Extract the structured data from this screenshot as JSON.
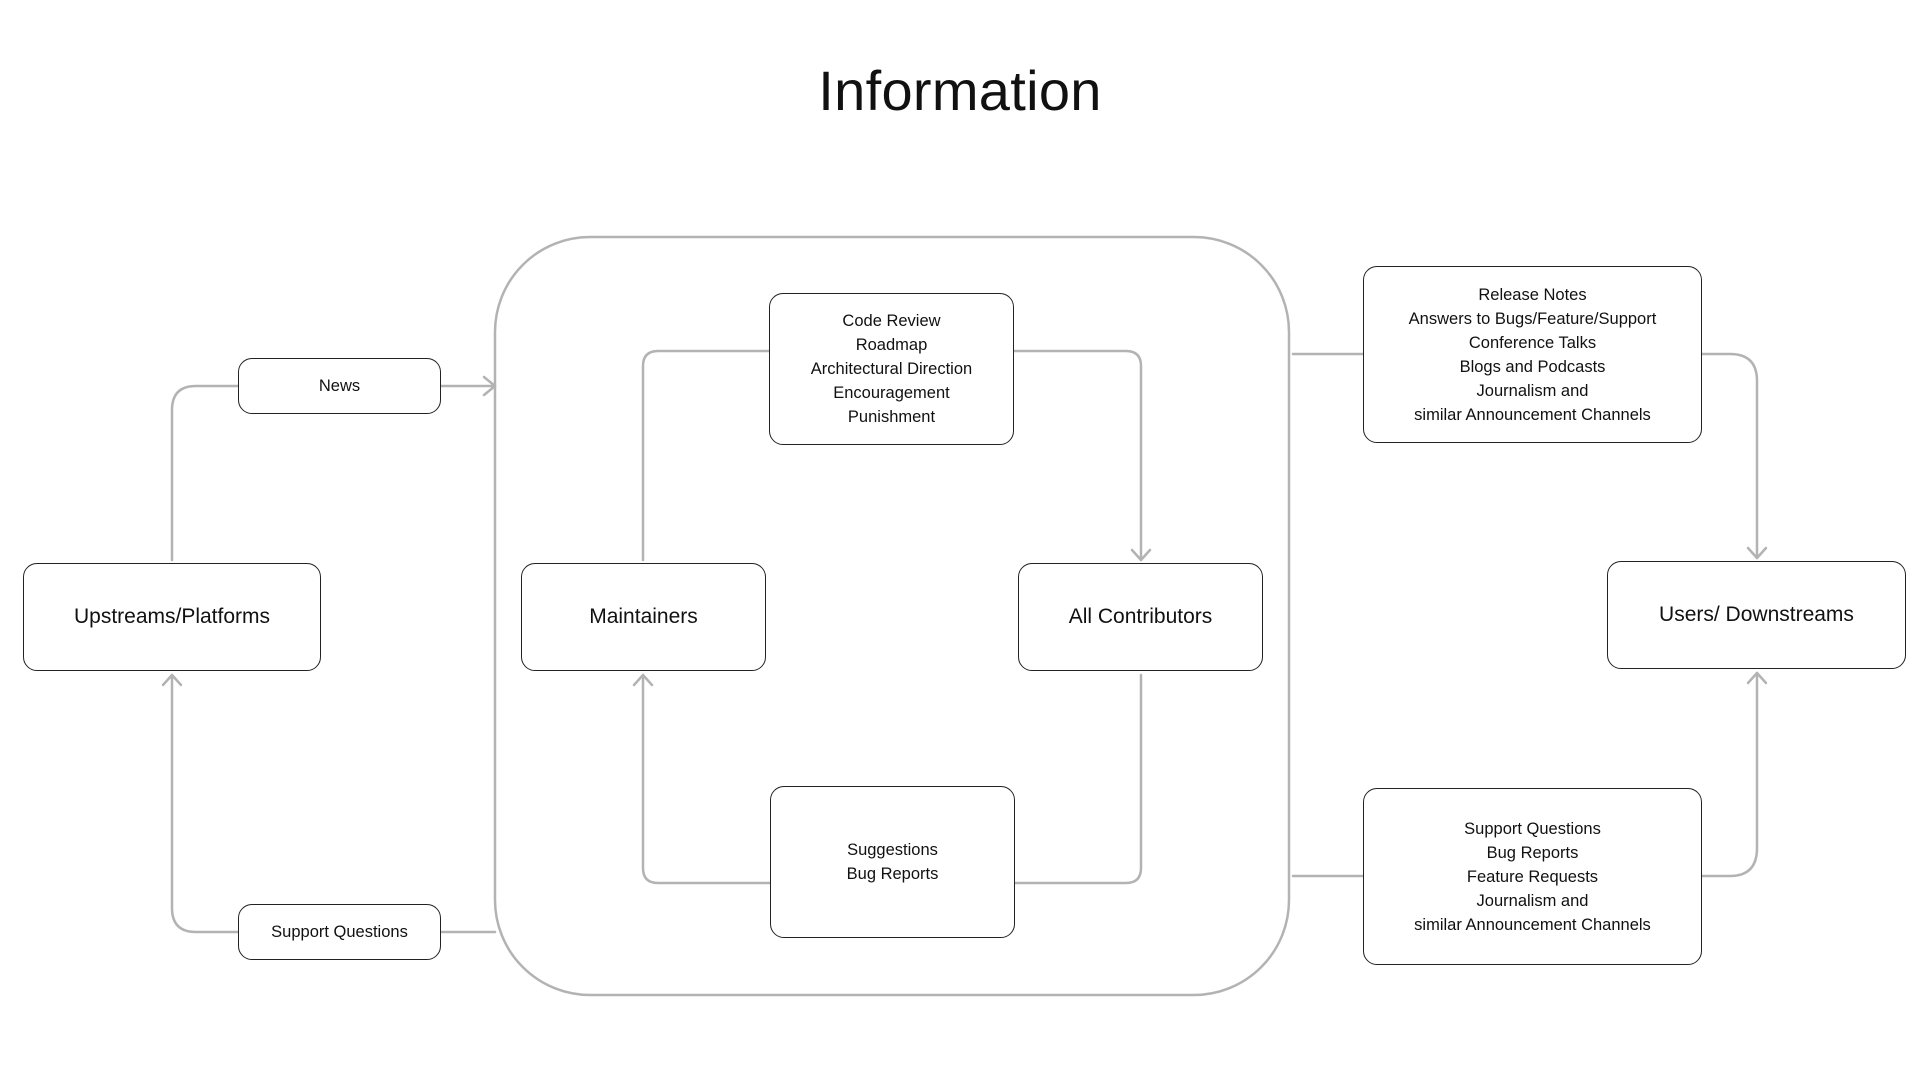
{
  "title": "Information",
  "colors": {
    "connector": "#b3b3b3",
    "node_border": "#222222",
    "background": "#ffffff",
    "text": "#111111"
  },
  "nodes": {
    "upstreams": "Upstreams/Platforms",
    "maintainers": "Maintainers",
    "all_contributors": "All Contributors",
    "users_downstreams": "Users/ Downstreams"
  },
  "labels": {
    "news": "News",
    "support_questions": "Support Questions",
    "maintainer_outputs": [
      "Code Review",
      "Roadmap",
      "Architectural Direction",
      "Encouragement",
      "Punishment"
    ],
    "contributor_inputs": [
      "Suggestions",
      "Bug Reports"
    ],
    "outbound_info": [
      "Release Notes",
      "Answers to Bugs/Feature/Support",
      "Conference Talks",
      "Blogs and Podcasts",
      "Journalism and",
      "similar Announcement Channels"
    ],
    "inbound_info": [
      "Support Questions",
      "Bug Reports",
      "Feature Requests",
      "Journalism and",
      "similar Announcement Channels"
    ]
  }
}
